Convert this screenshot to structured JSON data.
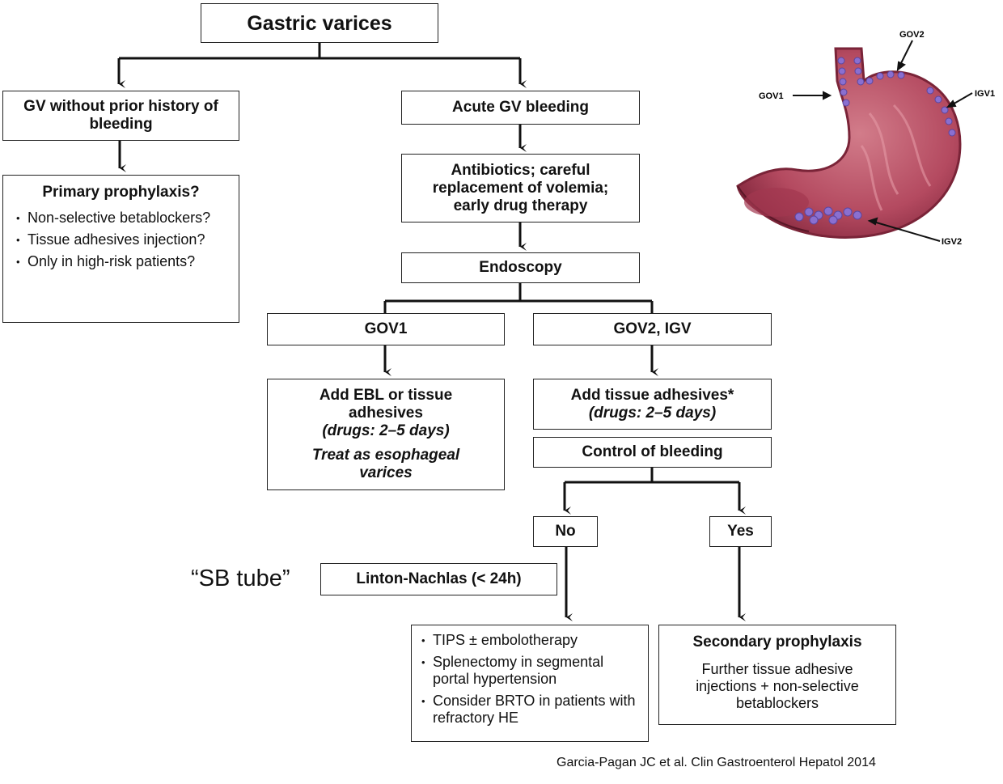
{
  "title": "Gastric varices",
  "left_branch": {
    "box1": "GV without prior history of bleeding",
    "primary_title": "Primary prophylaxis?",
    "primary_items": [
      "Non-selective betablockers?",
      "Tissue adhesives injection?",
      "Only in high-risk patients?"
    ]
  },
  "main": {
    "acute": "Acute GV bleeding",
    "antibiotics": "Antibiotics; careful replacement of volemia; early drug therapy",
    "endoscopy": "Endoscopy"
  },
  "gov1": {
    "label": "GOV1",
    "treat_line1": "Add EBL or tissue adhesives",
    "treat_drugs": "(drugs: 2–5 days)",
    "treat_note": "Treat as esophageal varices"
  },
  "gov2": {
    "label": "GOV2, IGV",
    "treat_line1": "Add tissue adhesives*",
    "treat_drugs": "(drugs: 2–5 days)",
    "control": "Control of bleeding"
  },
  "outcome": {
    "no": "No",
    "yes": "Yes",
    "linton": "Linton-Nachlas (< 24h)",
    "sb_tube": "“SB tube”",
    "no_items": [
      "TIPS ± embolotherapy",
      "Splenectomy in segmental portal hypertension",
      "Consider BRTO in patients with refractory HE"
    ],
    "secondary_title": "Secondary prophylaxis",
    "secondary_text": "Further tissue adhesive injections + non-selective betablockers"
  },
  "stomach_labels": {
    "gov1": "GOV1",
    "gov2": "GOV2",
    "igv1": "IGV1",
    "igv2": "IGV2"
  },
  "citation": "Garcia-Pagan JC et al. Clin Gastroenterol Hepatol 2014",
  "colors": {
    "stomach": "#c0566a",
    "stomach_dark": "#8e2f45",
    "varix": "#8a6fd0",
    "line": "#111111"
  }
}
